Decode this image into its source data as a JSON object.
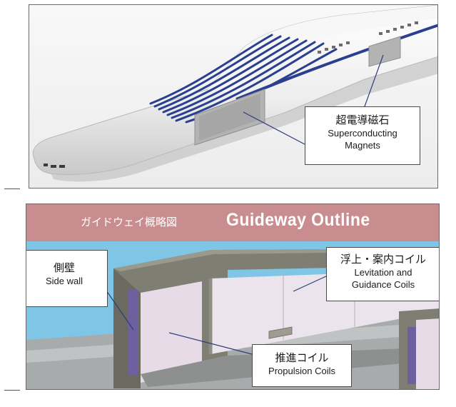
{
  "top_figure": {
    "callout_magnets": {
      "jp": "超電導磁石",
      "en_line1": "Superconducting",
      "en_line2": "Magnets"
    }
  },
  "bottom_figure": {
    "banner": {
      "jp": "ガイドウェイ概略図",
      "en": "Guideway Outline"
    },
    "callout_side_wall": {
      "jp": "側壁",
      "en": "Side wall"
    },
    "callout_levitation": {
      "jp": "浮上・案内コイル",
      "en_line1": "Levitation and",
      "en_line2": "Guidance Coils"
    },
    "callout_propulsion": {
      "jp": "推進コイル",
      "en": "Propulsion Coils"
    }
  },
  "colors": {
    "banner": "#c98d8f",
    "train_body": "#f2f2f2",
    "train_stripe": "#2a3f8f",
    "wall": "#7e7e72",
    "coil": "#e6dbe6",
    "propulsion_coil": "#6d5fa0"
  }
}
